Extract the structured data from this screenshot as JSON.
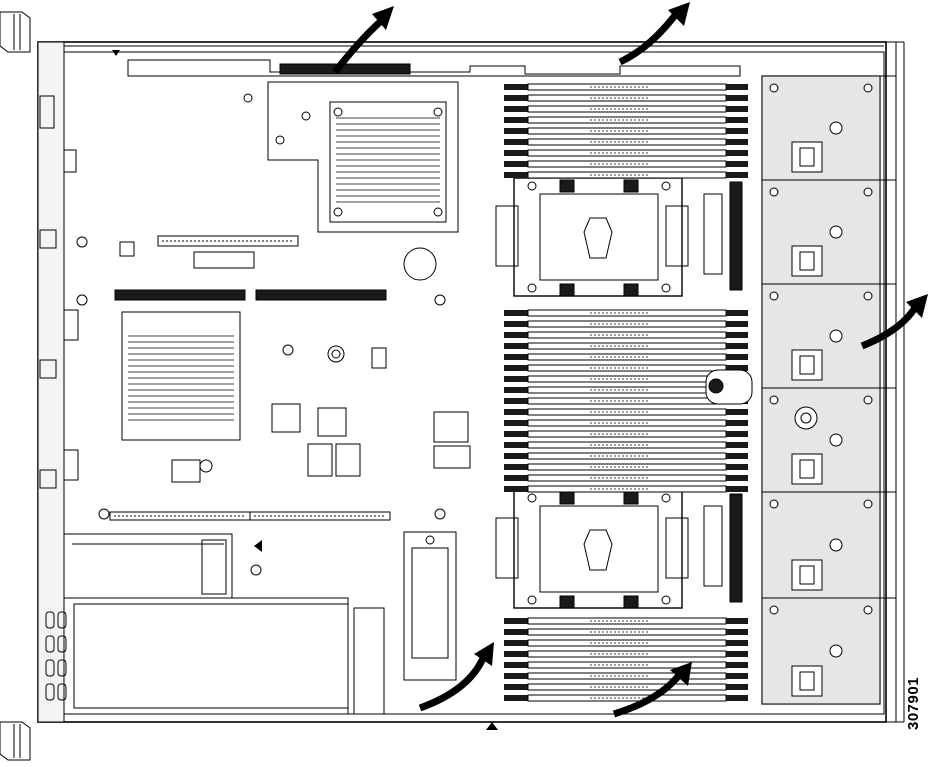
{
  "figure": {
    "figure_id": "307901",
    "line_color": "#000000",
    "fill_light": "#e6e6e6",
    "fill_mid": "#c8c8c8",
    "fill_dark": "#1a1a1a",
    "background": "#ffffff"
  },
  "components": {
    "chassis": "server-chassis",
    "cpu_sockets": [
      "cpu-socket-1",
      "cpu-socket-2"
    ],
    "dimm_bank_count": 3,
    "fan_module_count": 6,
    "airflow_arrow_count": 5
  }
}
